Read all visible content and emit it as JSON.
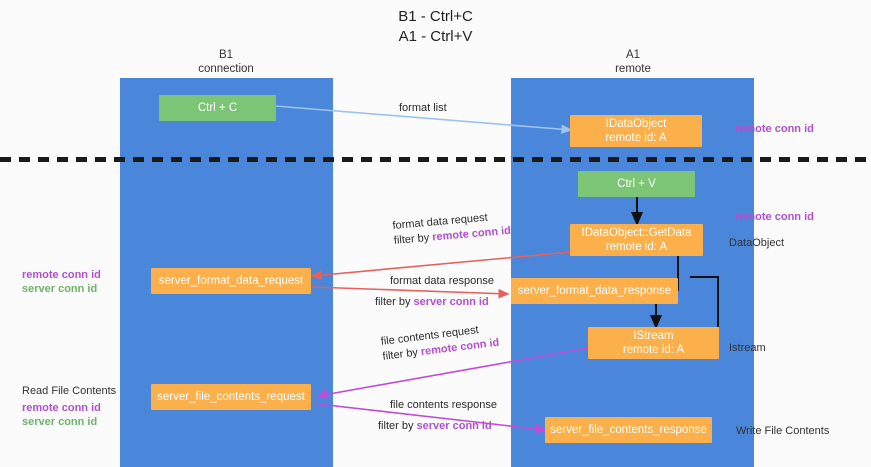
{
  "title": {
    "line1": "B1 - Ctrl+C",
    "line2": "A1 - Ctrl+V"
  },
  "columns": {
    "left": {
      "name": "B1",
      "role": "connection"
    },
    "right": {
      "name": "A1",
      "role": "remote"
    }
  },
  "colors": {
    "column": "#4a86d9",
    "green_node": "#7cc576",
    "orange_node": "#fbb04c",
    "remote_conn_id": "#b24fd0",
    "server_conn_id": "#6db36a",
    "arrow_blue": "#9dc3ea",
    "arrow_black": "#111111",
    "arrow_red": "#e8605d",
    "arrow_magenta": "#c04bd6"
  },
  "nodes": {
    "ctrl_c": {
      "label": "Ctrl + C"
    },
    "idataobject": {
      "label": "IDataObject",
      "sub": "remote id: A"
    },
    "ctrl_v": {
      "label": "Ctrl + V"
    },
    "getdata": {
      "label": "IDataObject::GetData",
      "sub": "remote id: A"
    },
    "server_format_data_request": {
      "label": "server_format_data_request"
    },
    "server_format_data_response": {
      "label": "server_format_data_response"
    },
    "istream": {
      "label": "IStream",
      "sub": "remote id: A"
    },
    "server_file_contents_request": {
      "label": "server_file_contents_request"
    },
    "server_file_contents_response": {
      "label": "server_file_contents_response"
    }
  },
  "side_labels": {
    "dataobject": "DataObject",
    "istream": "Istream",
    "write_file_contents": "Write File Contents",
    "read_file_contents": "Read File Contents"
  },
  "conn_labels": {
    "top_right": {
      "remote": "remote conn id"
    },
    "mid_right": {
      "remote": "remote conn id"
    },
    "mid_left": {
      "remote": "remote conn id",
      "server": "server conn id"
    },
    "bottom_left": {
      "remote": "remote conn id",
      "server": "server conn id"
    }
  },
  "edges": {
    "format_list": {
      "text": "format list"
    },
    "format_data_request": {
      "text": "format data request",
      "filter_prefix": "filter by ",
      "filter_key": "remote conn id"
    },
    "format_data_response": {
      "text": "format data response",
      "filter_prefix": "filter by ",
      "filter_key": "server conn id"
    },
    "file_contents_request": {
      "text": "file contents request",
      "filter_prefix": "filter by ",
      "filter_key": "remote conn id"
    },
    "file_contents_response": {
      "text": "file contents response",
      "filter_prefix": "filter by ",
      "filter_key": "server conn id"
    }
  }
}
